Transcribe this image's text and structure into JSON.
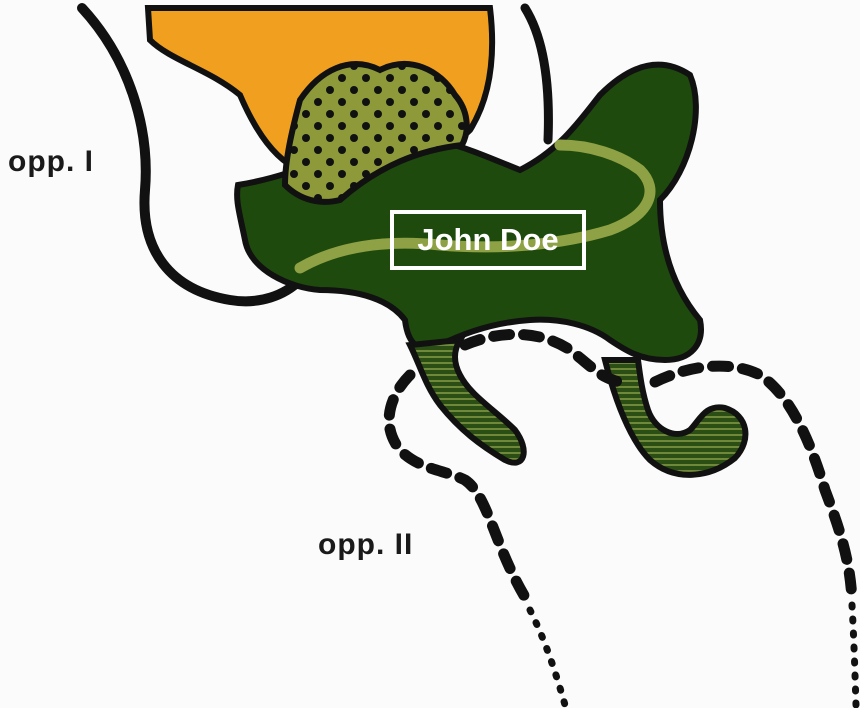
{
  "labels": {
    "opp1": "opp. I",
    "opp2": "opp. II",
    "name": "John Doe"
  },
  "colors": {
    "background": "#fbfbfb",
    "orange_region": "#f0a01e",
    "stippled_region": "#8e9a3a",
    "dark_green_region": "#1f4a0e",
    "light_green_band": "#8fa145",
    "outline": "#111111"
  }
}
